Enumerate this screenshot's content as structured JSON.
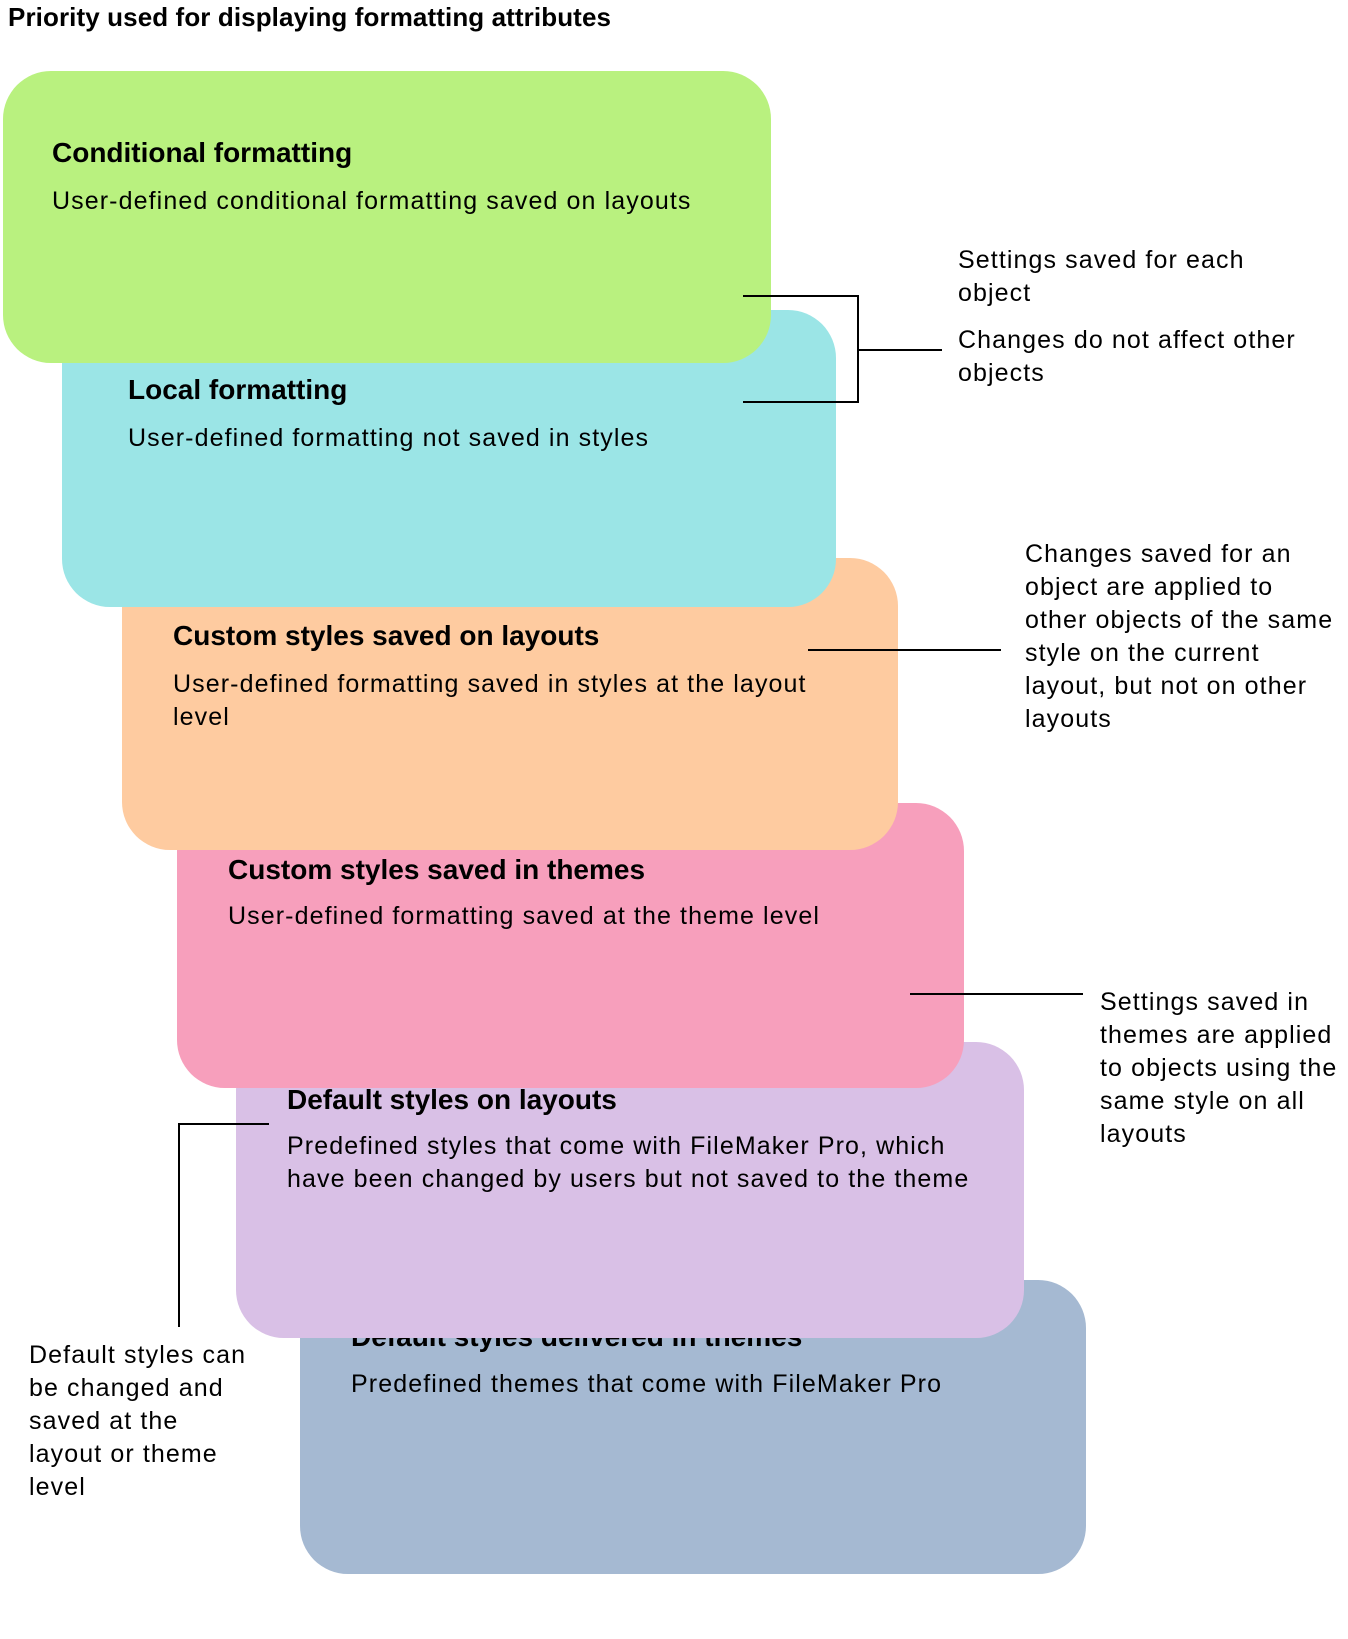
{
  "title": "Priority used for displaying formatting attributes",
  "colors": {
    "conditional": "#b9f17f",
    "local": "#9be5e6",
    "custom_layouts": "#fecba0",
    "custom_themes": "#f79fbc",
    "default_layouts": "#d9c0e6",
    "default_themes": "#a5b9d2",
    "line": "#000000"
  },
  "boxes": [
    {
      "heading": "Conditional formatting",
      "description": "User-defined conditional formatting saved on layouts"
    },
    {
      "heading": "Local formatting",
      "description": "User-defined formatting not saved in styles"
    },
    {
      "heading": "Custom styles saved on layouts",
      "description": "User-defined formatting saved in styles at the layout level"
    },
    {
      "heading": "Custom styles saved in themes",
      "description": "User-defined formatting saved at the theme level"
    },
    {
      "heading": "Default styles on layouts",
      "description": "Predefined styles that come with FileMaker Pro, which have been changed by users but not saved to the theme"
    },
    {
      "heading": "Default styles delivered in themes",
      "description": "Predefined themes that come with FileMaker Pro"
    }
  ],
  "notes": {
    "object_settings": "Settings saved for each object",
    "object_changes": "Changes do not affect other objects",
    "layout_styles": "Changes saved for an object are applied to other objects of the same style on the current layout, but not on other layouts",
    "theme_styles": "Settings saved in themes are applied to objects using the same style on all layouts",
    "default_styles": "Default styles can be changed and saved at the layout or theme level"
  }
}
